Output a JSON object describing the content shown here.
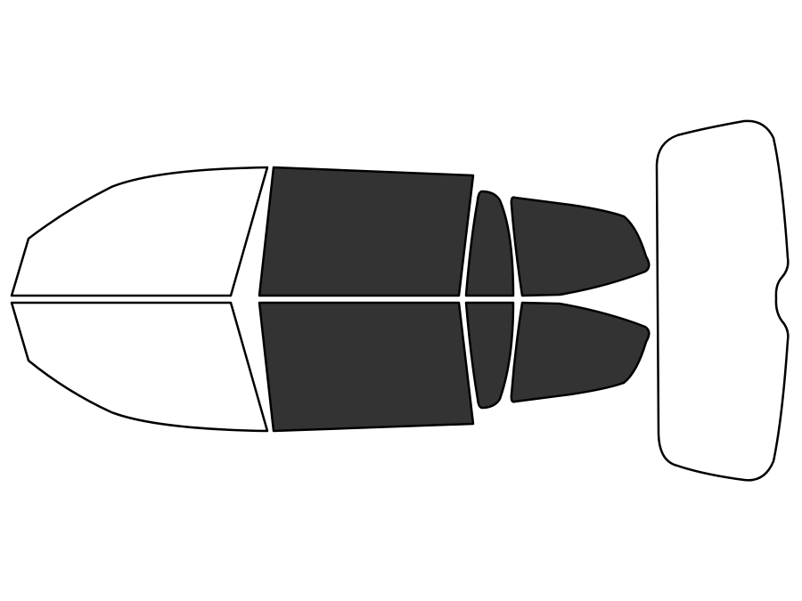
{
  "colors": {
    "background": "#ffffff",
    "outline": "#000000",
    "tinted": "#333333",
    "clear": "#ffffff"
  },
  "panes": [
    {
      "id": "windshield-upper-half",
      "tinted": false
    },
    {
      "id": "windshield-lower-half",
      "tinted": false
    },
    {
      "id": "front-side-window-upper",
      "tinted": true
    },
    {
      "id": "front-side-window-lower",
      "tinted": true
    },
    {
      "id": "rear-door-window-upper",
      "tinted": true
    },
    {
      "id": "rear-door-window-lower",
      "tinted": true
    },
    {
      "id": "rear-quarter-window-upper",
      "tinted": true
    },
    {
      "id": "rear-quarter-window-lower",
      "tinted": true
    },
    {
      "id": "rear-window",
      "tinted": false
    }
  ]
}
